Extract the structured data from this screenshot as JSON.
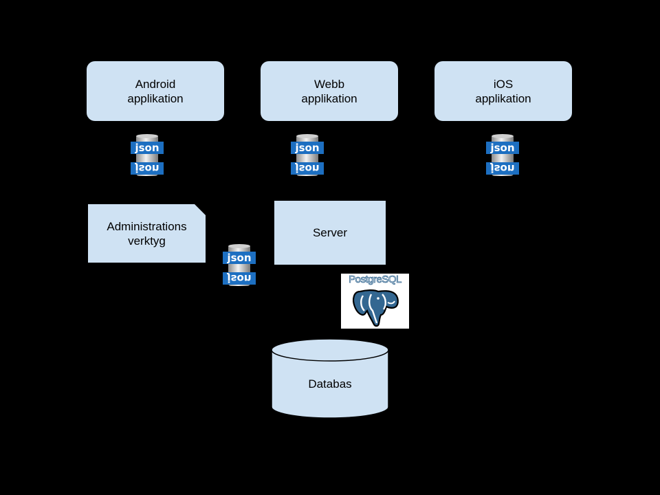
{
  "nodes": {
    "android": {
      "line1": "Android",
      "line2": "applikation"
    },
    "webb": {
      "line1": "Webb",
      "line2": "applikation"
    },
    "ios": {
      "line1": "iOS",
      "line2": "applikation"
    },
    "admin": {
      "line1": "Administrations",
      "line2": "verktyg"
    },
    "server": {
      "label": "Server"
    },
    "database": {
      "label": "Databas"
    }
  },
  "json_icon": {
    "top_label": "json",
    "bottom_label": "json"
  },
  "postgresql_logo": {
    "text": "PostgreSQL"
  },
  "colors": {
    "background": "#000000",
    "node_fill": "#cfe2f3",
    "json_blue": "#1d6fc1",
    "postgres_blue": "#336791"
  }
}
